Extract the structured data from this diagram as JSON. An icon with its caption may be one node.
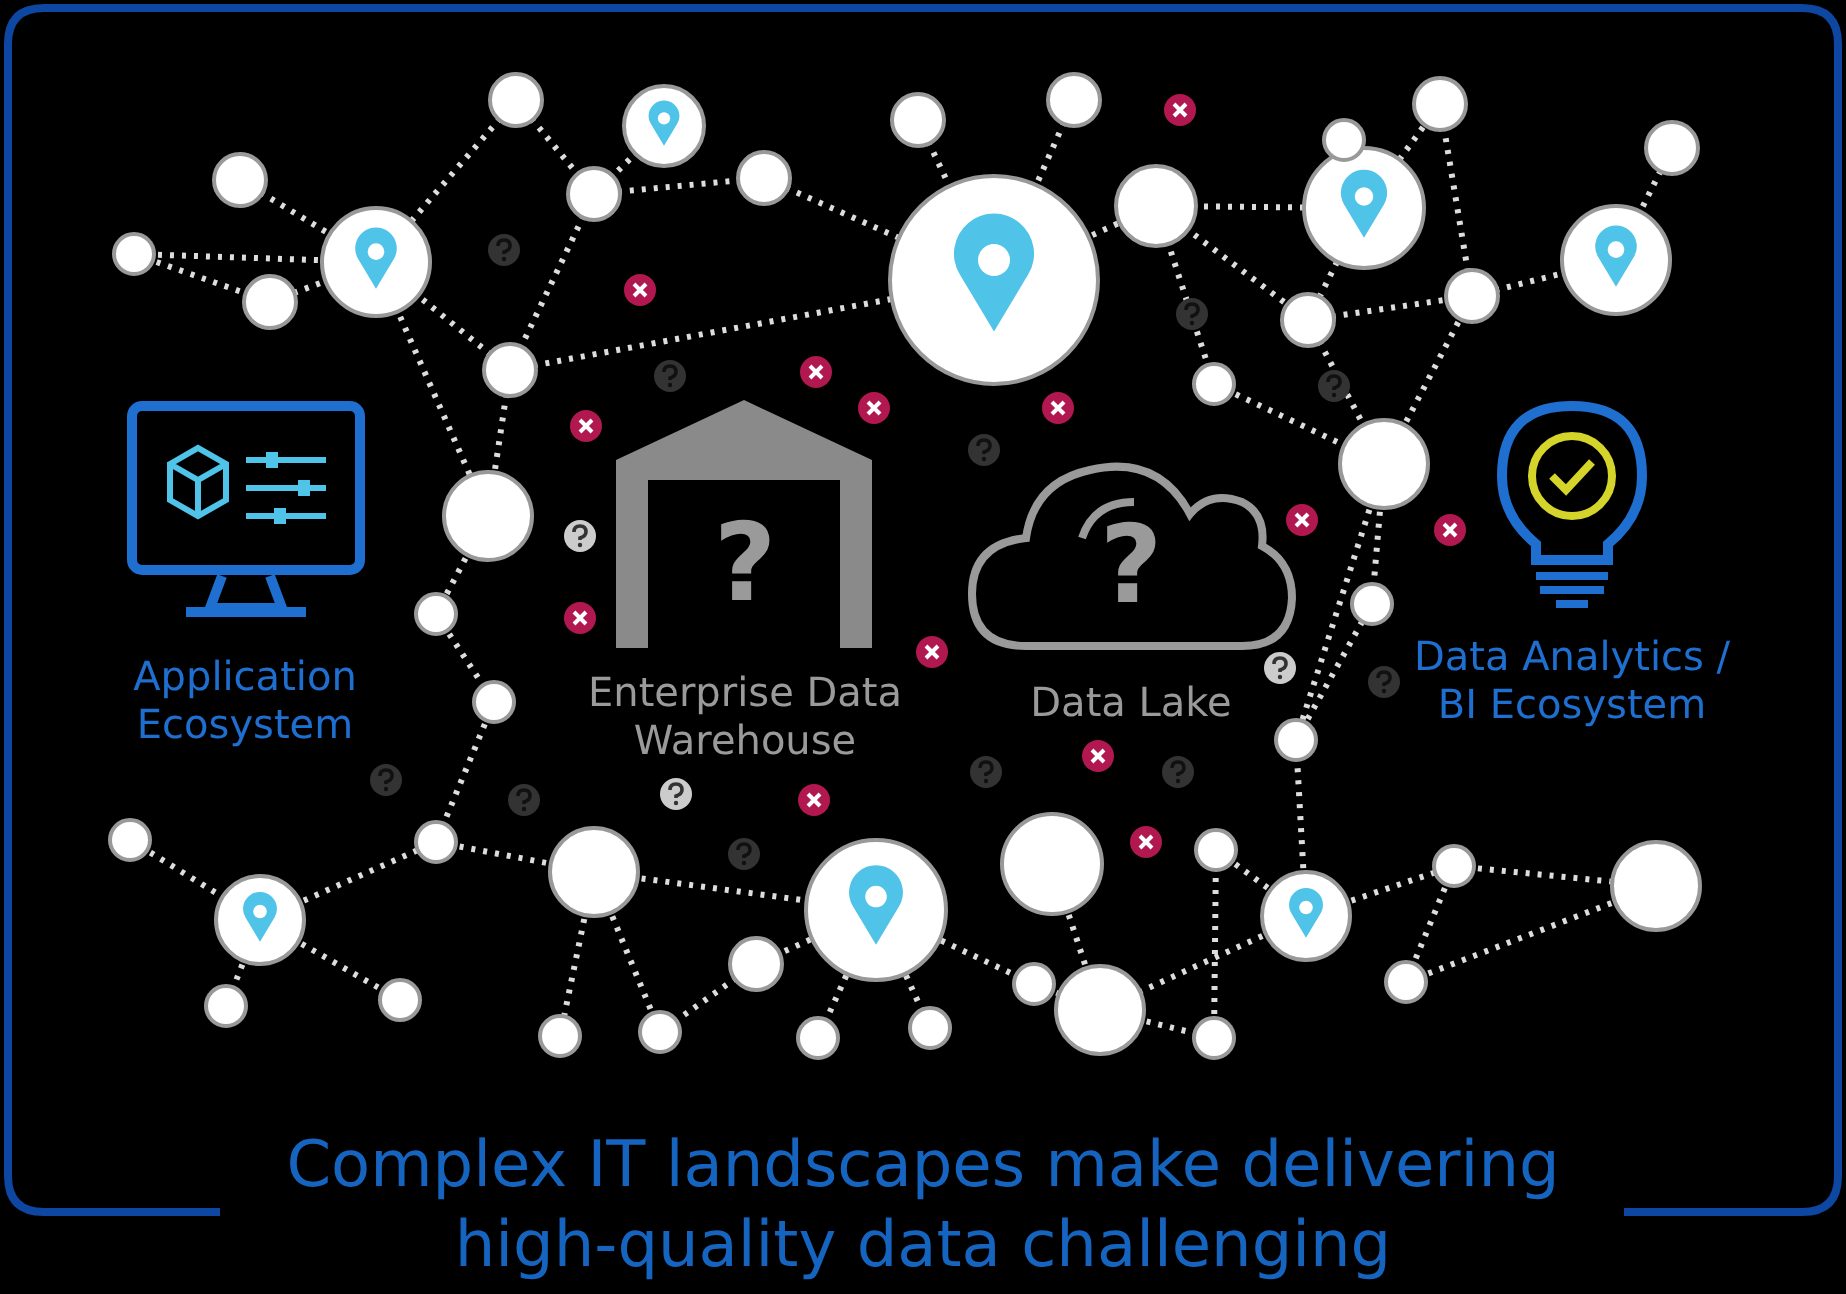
{
  "diagram": {
    "title": "Complex IT landscapes make delivering high-quality data challenging",
    "nodes": [
      {
        "text": [
          "Application Ecosystem"
        ]
      },
      {
        "text": [
          "?",
          "Enterprise Data Warehouse"
        ]
      },
      {
        "text": [
          "?",
          "Data Lake"
        ]
      },
      {
        "text": [
          "Data Analytics / BI Ecosystem"
        ]
      }
    ]
  }
}
